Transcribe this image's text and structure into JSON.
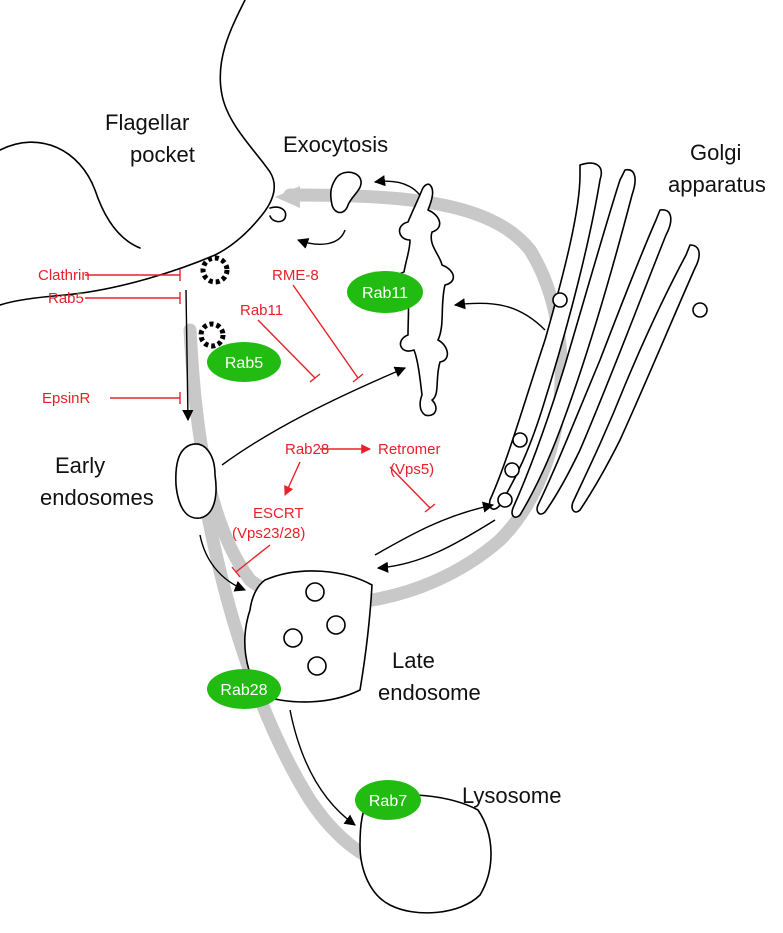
{
  "labels": {
    "flagellar_pocket_1": "Flagellar",
    "flagellar_pocket_2": "pocket",
    "exocytosis": "Exocytosis",
    "golgi_1": "Golgi",
    "golgi_2": "apparatus",
    "early_endosomes_1": "Early",
    "early_endosomes_2": "endosomes",
    "late_endosome_1": "Late",
    "late_endosome_2": "endosome",
    "lysosome": "Lysosome"
  },
  "regulators": {
    "clathrin": "Clathrin",
    "rab5": "Rab5",
    "epsinr": "EpsinR",
    "rme8": "RME-8",
    "rab11": "Rab11",
    "rab28": "Rab28",
    "retromer_1": "Retromer",
    "retromer_2": "(Vps5)",
    "escrt_1": "ESCRT",
    "escrt_2": "(Vps23/28)"
  },
  "rab_badges": {
    "rab11": "Rab11",
    "rab5": "Rab5",
    "rab28": "Rab28",
    "rab7": "Rab7"
  },
  "colors": {
    "regulator_red": "#e8202a",
    "rab_green": "#22bb11",
    "pathway_grey": "#c8c8c8"
  }
}
